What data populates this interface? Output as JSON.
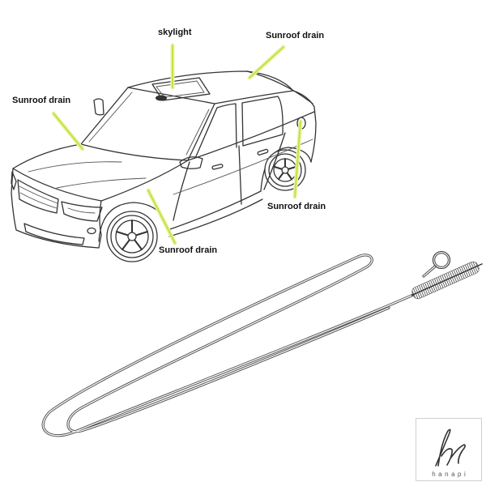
{
  "labels": {
    "skylight": "skylight",
    "sunroof_drain_rear_roof": "Sunroof drain",
    "sunroof_drain_front_left": "Sunroof drain",
    "sunroof_drain_rear_side": "Sunroof drain",
    "sunroof_drain_front_side": "Sunroof drain"
  },
  "watermark": {
    "brand": "hanapi"
  },
  "colors": {
    "callout": "#c6e044",
    "callout_glow": "#e8f5a8",
    "line_art": "#333333",
    "background": "#ffffff"
  },
  "icons": {
    "watermark_logo": "hanapi-script-logo-icon"
  }
}
